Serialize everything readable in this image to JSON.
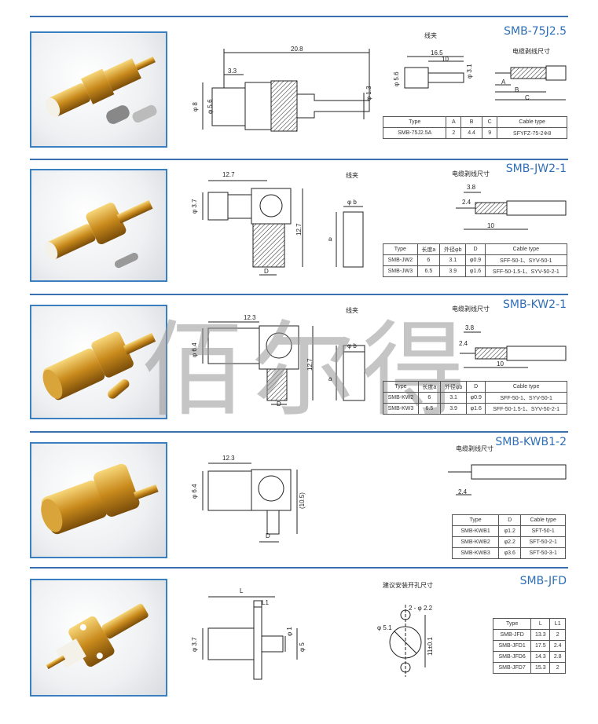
{
  "watermark": "佰尔得",
  "accent": "#2f6fb8",
  "sections": [
    {
      "title": "SMB-75J2.5",
      "labels": [
        "20.8",
        "3.3",
        "φ 8",
        "φ 5.6",
        "φ 1.3",
        "线夹",
        "16.5",
        "10",
        "φ 5.6",
        "φ 3.1",
        "电缆剥线尺寸",
        "A",
        "B",
        "C"
      ],
      "table": {
        "headers": [
          "Type",
          "A",
          "B",
          "C",
          "Cable type"
        ],
        "rows": [
          [
            "SMB-75J2.5A",
            "2",
            "4.4",
            "9",
            "SFYFZ-75-2※8"
          ]
        ]
      }
    },
    {
      "title": "SMB-JW2-1",
      "labels": [
        "12.7",
        "φ 3.7",
        "12.7",
        "线夹",
        "φ b",
        "a",
        "D",
        "电缆剥线尺寸",
        "3.8",
        "2.4",
        "10"
      ],
      "table": {
        "headers": [
          "Type",
          "长度a",
          "外径φb",
          "D",
          "Cable type"
        ],
        "rows": [
          [
            "SMB-JW2",
            "6",
            "3.1",
            "φ0.9",
            "SFF-50-1、SYV-50-1"
          ],
          [
            "SMB-JW3",
            "6.5",
            "3.9",
            "φ1.6",
            "SFF-50-1.5-1、SYV-50-2-1"
          ]
        ]
      }
    },
    {
      "title": "SMB-KW2-1",
      "labels": [
        "12.3",
        "φ 6.4",
        "12.7",
        "线夹",
        "φ b",
        "a",
        "D",
        "电缆剥线尺寸",
        "3.8",
        "2.4",
        "10"
      ],
      "table": {
        "headers": [
          "Type",
          "长度a",
          "外径φb",
          "D",
          "Cable type"
        ],
        "rows": [
          [
            "SMB-KW2",
            "6",
            "3.1",
            "φ0.9",
            "SFF-50-1、SYV-50-1"
          ],
          [
            "SMB-KW3",
            "6.5",
            "3.9",
            "φ1.6",
            "SFF-50-1.5-1、SYV-50-2-1"
          ]
        ]
      }
    },
    {
      "title": "SMB-KWB1-2",
      "labels": [
        "12.3",
        "φ 6.4",
        "(10.5)",
        "D",
        "电缆剥线尺寸",
        "2.4"
      ],
      "table": {
        "headers": [
          "Type",
          "D",
          "Cable type"
        ],
        "rows": [
          [
            "SMB-KWB1",
            "φ1.2",
            "SFT-50-1"
          ],
          [
            "SMB-KWB2",
            "φ2.2",
            "SFT-50-2-1"
          ],
          [
            "SMB-KWB3",
            "φ3.6",
            "SFT-50-3-1"
          ]
        ]
      }
    },
    {
      "title": "SMB-JFD",
      "labels": [
        "L",
        "L1",
        "φ 3.7",
        "φ 1",
        "φ 5",
        "建议安装开孔尺寸",
        "2 - φ 2.2",
        "φ 5.1",
        "11±0.1"
      ],
      "table": {
        "headers": [
          "Type",
          "L",
          "L1"
        ],
        "rows": [
          [
            "SMB-JFD",
            "13.3",
            "2"
          ],
          [
            "SMB-JFD1",
            "17.5",
            "2.4"
          ],
          [
            "SMB-JFD6",
            "14.3",
            "2.8"
          ],
          [
            "SMB-JFD7",
            "15.3",
            "2"
          ]
        ]
      }
    }
  ]
}
